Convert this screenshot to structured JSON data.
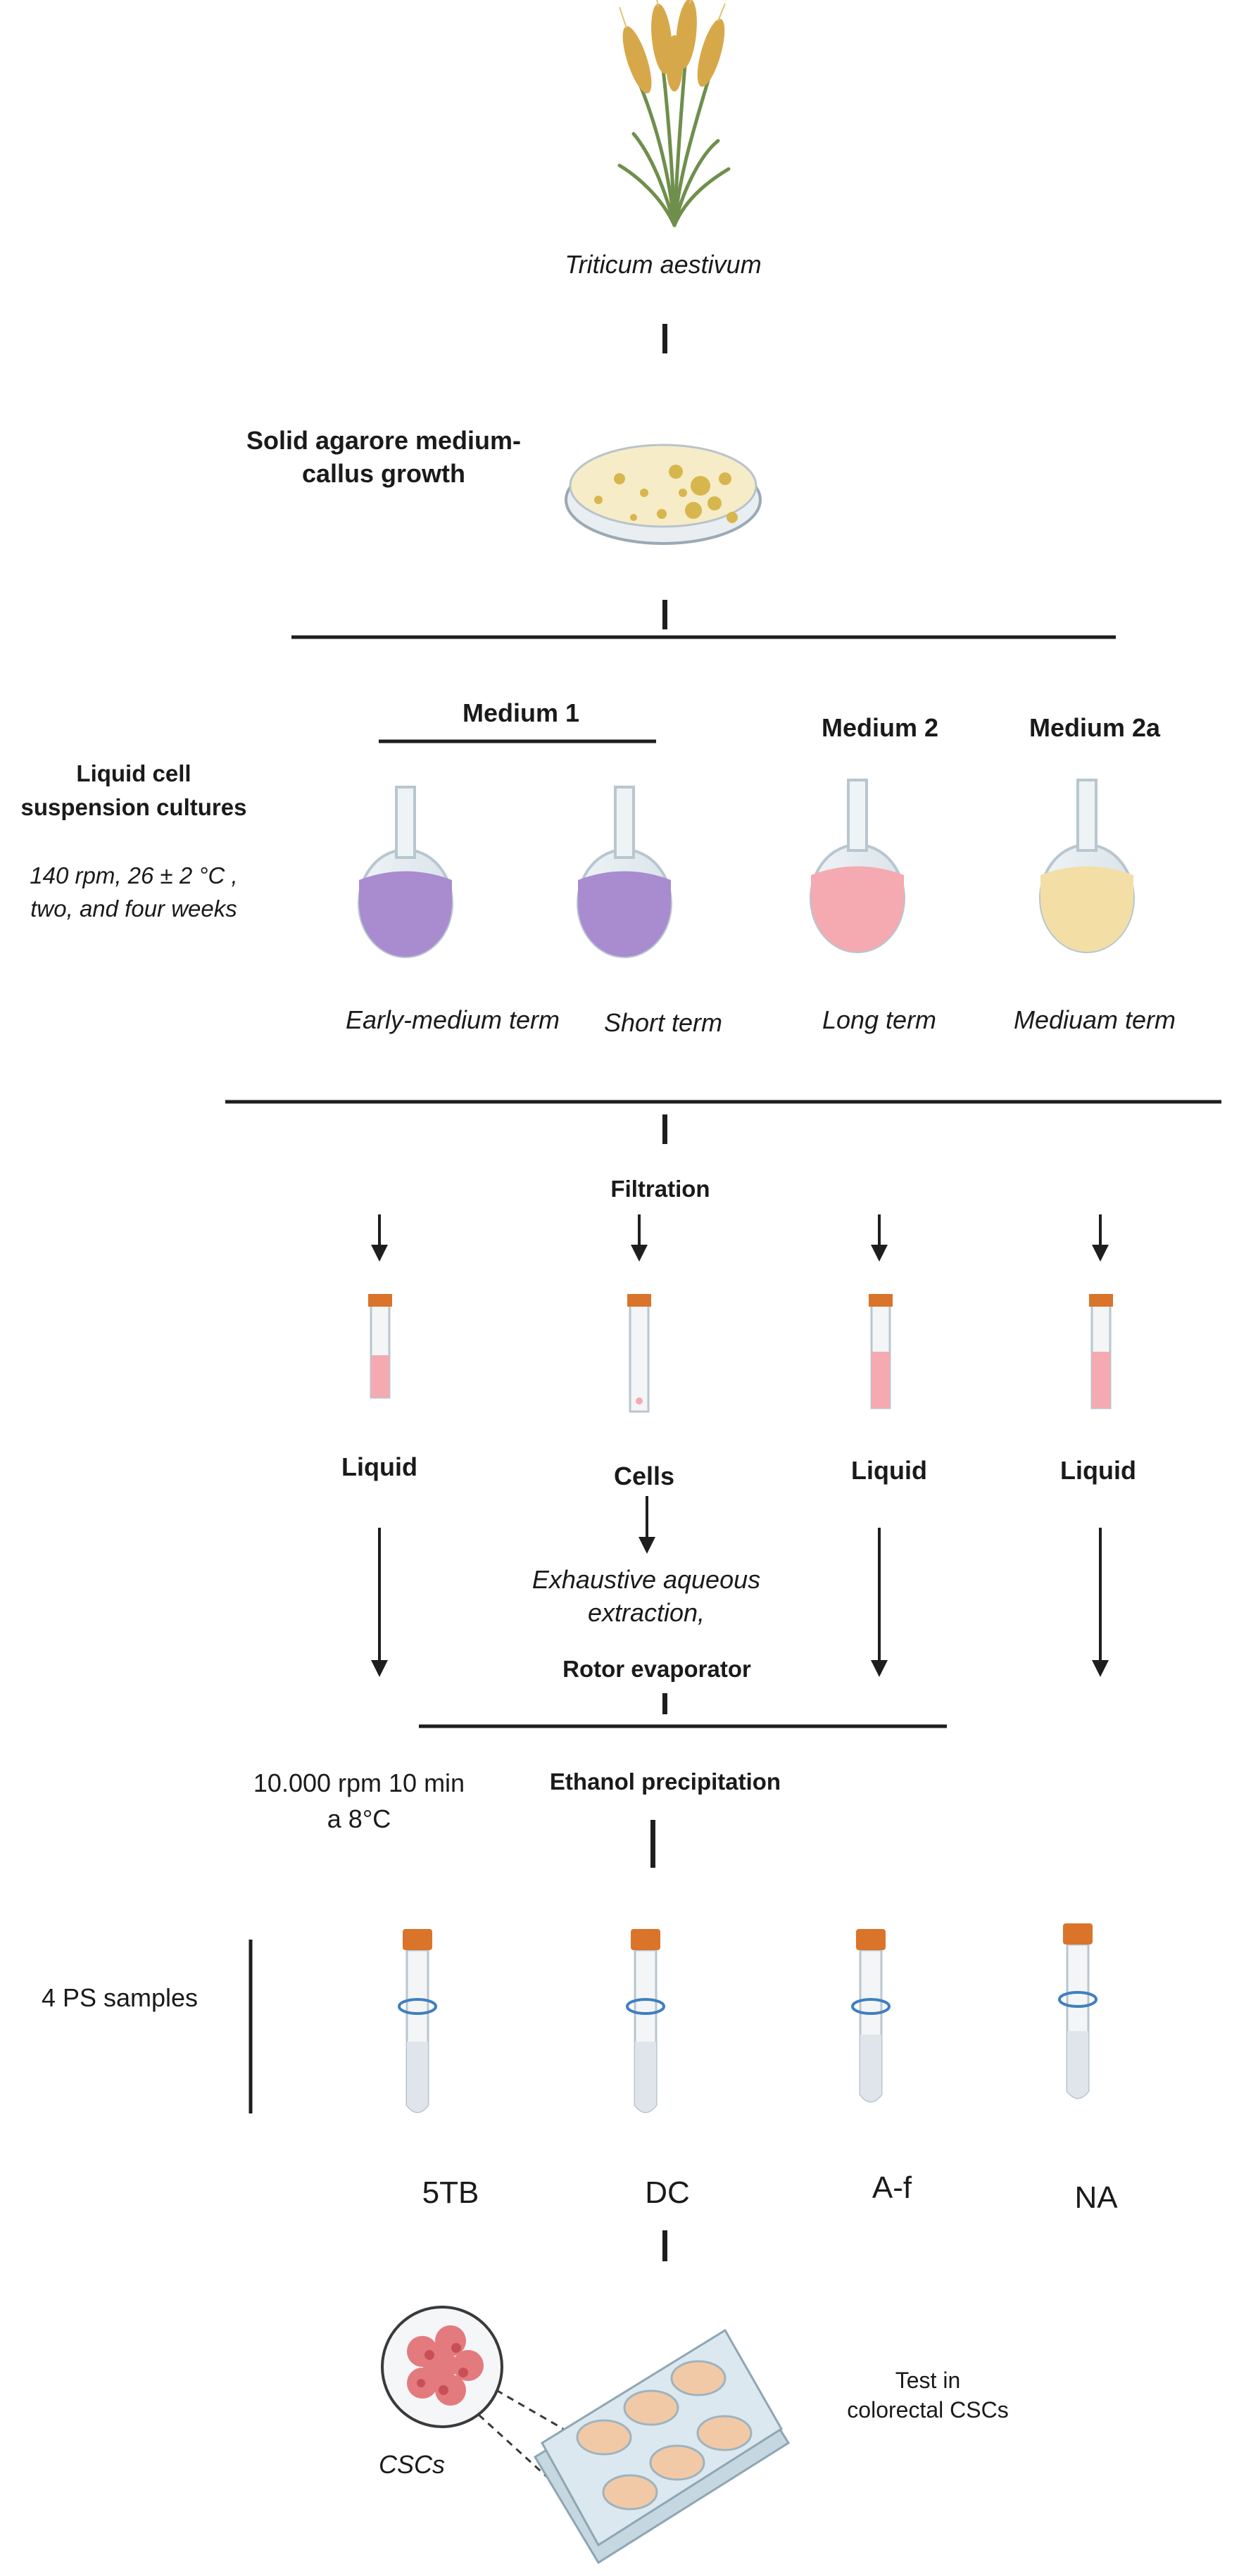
{
  "plant": {
    "name": "Triticum aestivum"
  },
  "solid_medium": {
    "line1": "Solid agarore medium-",
    "line2": "callus growth"
  },
  "liquid_cultures": {
    "title_line1": "Liquid cell",
    "title_line2": "suspension cultures",
    "cond_line1": "140 rpm, 26 ± 2 °C ,",
    "cond_line2": "two, and four weeks"
  },
  "media": {
    "medium1": "Medium 1",
    "medium2": "Medium 2",
    "medium2a": "Medium 2a"
  },
  "terms": {
    "early_medium": "Early-medium term",
    "short": "Short term",
    "long": "Long term",
    "mediuam": "Mediuam term"
  },
  "filtration": "Filtration",
  "fractions": {
    "liquid1": "Liquid",
    "cells": "Cells",
    "liquid2": "Liquid",
    "liquid3": "Liquid"
  },
  "extraction": {
    "line1": "Exhaustive aqueous",
    "line2": "extraction,",
    "rotor": "Rotor evaporator"
  },
  "centrifuge": {
    "line1": "10.000 rpm  10 min",
    "line2": "a 8°C"
  },
  "ethanol": "Ethanol precipitation",
  "ps_samples": "4 PS samples",
  "sample_names": {
    "s1": "5TB",
    "s2": "DC",
    "s3": "A-f",
    "s4": "NA"
  },
  "cscs": "CSCs",
  "test": {
    "line1": "Test in",
    "line2": "colorectal CSCs"
  },
  "colors": {
    "line": "#1e1e1e",
    "purple": "#a98bd0",
    "pink": "#f4aab0",
    "cream": "#f3dfa6",
    "orange_cap": "#d9742a",
    "blue_ring": "#3f7fc1",
    "plate": "#dbe8ef",
    "well": "#f2c9a6",
    "wheat": "#d7a84a",
    "leaf": "#6f8f4c"
  }
}
